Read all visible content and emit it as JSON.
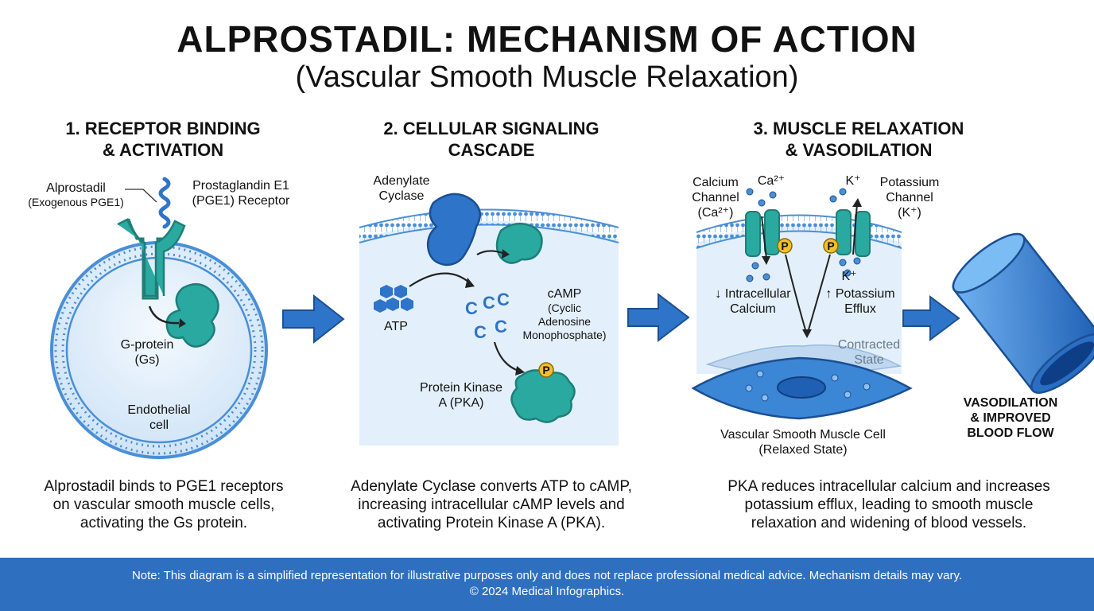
{
  "header": {
    "title": "ALPROSTADIL: MECHANISM OF ACTION",
    "subtitle": "(Vascular Smooth Muscle Relaxation)"
  },
  "panels": [
    {
      "heading_line1": "1. RECEPTOR BINDING",
      "heading_line2": "& ACTIVATION",
      "labels": {
        "drug_line1": "Alprostadil",
        "drug_line2": "(Exogenous PGE1)",
        "receptor_line1": "Prostaglandin E1",
        "receptor_line2": "(PGE1) Receptor",
        "gprotein_line1": "G-protein",
        "gprotein_line2": "(Gs)",
        "cell_line1": "Endothelial",
        "cell_line2": "cell"
      },
      "description_line1": "Alprostadil binds to PGE1 receptors",
      "description_line2": "on vascular smooth muscle cells,",
      "description_line3": "activating the Gs protein."
    },
    {
      "heading_line1": "2. CELLULAR SIGNALING",
      "heading_line2": "CASCADE",
      "labels": {
        "ac_line1": "Adenylate",
        "ac_line2": "Cyclase",
        "atp": "ATP",
        "camp_line1": "cAMP",
        "camp_line2": "(Cyclic",
        "camp_line3": "Adenosine",
        "camp_line4": "Monophosphate)",
        "pka_line1": "Protein Kinase",
        "pka_line2": "A (PKA)",
        "p": "P"
      },
      "description_line1": "Adenylate Cyclase converts ATP to cAMP,",
      "description_line2": "increasing intracellular cAMP levels and",
      "description_line3": "activating Protein Kinase A (PKA)."
    },
    {
      "heading_line1": "3. MUSCLE RELAXATION",
      "heading_line2": "& VASODILATION",
      "labels": {
        "ca_channel_line1": "Calcium",
        "ca_channel_line2": "Channel",
        "ca_channel_line3": "(Ca²⁺)",
        "ca_ion": "Ca²⁺",
        "k_ion_top": "K⁺",
        "k_channel_line1": "Potassium",
        "k_channel_line2": "Channel",
        "k_channel_line3": "(K⁺)",
        "k_ion_inner": "K⁺",
        "calcium_effect_line1": "↓ Intracellular",
        "calcium_effect_line2": "Calcium",
        "potassium_effect_line1": "↑ Potassium",
        "potassium_effect_line2": "Efflux",
        "contracted_line1": "Contracted",
        "contracted_line2": "State",
        "smc_line1": "Vascular Smooth Muscle Cell",
        "smc_line2": "(Relaxed State)",
        "result_line1": "VASODILATION",
        "result_line2": "& IMPROVED",
        "result_line3": "BLOOD FLOW",
        "p1": "P",
        "p2": "P"
      },
      "description_line1": "PKA reduces intracellular calcium and increases",
      "description_line2": "potassium efflux, leading to smooth muscle",
      "description_line3": "relaxation and widening of blood vessels."
    }
  ],
  "footer": {
    "line1": "Note: This diagram is a simplified representation for illustrative purposes only and does not replace professional medical advice. Mechanism details may vary.",
    "line2": "© 2024 Medical Infographics."
  },
  "colors": {
    "membrane": "#4a8fd6",
    "teal": "#2aa9a0",
    "blue": "#2e74c8",
    "cell_fill": "#e3f0fb",
    "phosphate": "#f3c02a",
    "footer": "#2f6fbf"
  }
}
